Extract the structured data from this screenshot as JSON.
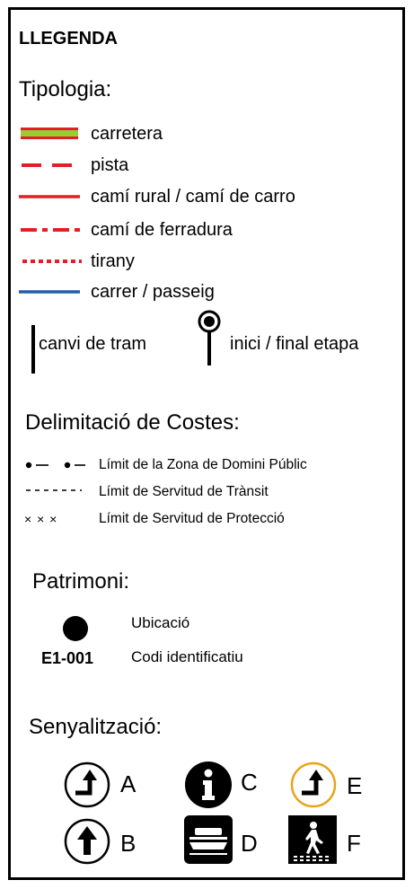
{
  "legend": {
    "title": "LLEGENDA",
    "tipologia": {
      "heading": "Tipologia:",
      "items": [
        {
          "label": "carretera",
          "icon": "road-double-line-icon",
          "colors": [
            "#e41e25",
            "#9acd32"
          ]
        },
        {
          "label": "pista",
          "icon": "dashed-red-line-icon",
          "color": "#e41e25"
        },
        {
          "label": "camí rural / camí de carro",
          "icon": "solid-red-line-icon",
          "color": "#e41e25"
        },
        {
          "label": "camí de ferradura",
          "icon": "dash-dot-red-line-icon",
          "color": "#e41e25"
        },
        {
          "label": "tirany",
          "icon": "dotted-red-line-icon",
          "color": "#e41e25"
        },
        {
          "label": "carrer / passeig",
          "icon": "solid-blue-line-icon",
          "color": "#1f5fa8"
        }
      ],
      "change": {
        "label": "canvi de tram",
        "icon": "vertical-bar-icon"
      },
      "start": {
        "label": "inici / final etapa",
        "icon": "pin-marker-icon"
      }
    },
    "costes": {
      "heading": "Delimitació de Costes:",
      "items": [
        {
          "label": "Límit de la Zona de Domini Públic",
          "icon": "dot-dash-line-icon"
        },
        {
          "label": "Límit de Servitud de Trànsit",
          "icon": "short-dash-line-icon"
        },
        {
          "label": "Límit de Servitud de Protecció",
          "icon": "cross-line-icon",
          "symbol": "× × ×"
        }
      ]
    },
    "patrimoni": {
      "heading": "Patrimoni:",
      "location_label": "Ubicació",
      "code_example": "E1-001",
      "code_label": "Codi identificatiu"
    },
    "senyalitzacio": {
      "heading": "Senyalització:",
      "signs": [
        {
          "letter": "A",
          "icon": "turn-left-arrow-circle-icon"
        },
        {
          "letter": "B",
          "icon": "up-arrow-circle-icon"
        },
        {
          "letter": "C",
          "icon": "information-circle-icon"
        },
        {
          "letter": "D",
          "icon": "ferry-boat-icon"
        },
        {
          "letter": "E",
          "icon": "turn-left-arrow-orange-circle-icon",
          "ring_color": "#e8a317"
        },
        {
          "letter": "F",
          "icon": "pedestrian-crossing-icon"
        }
      ]
    }
  }
}
